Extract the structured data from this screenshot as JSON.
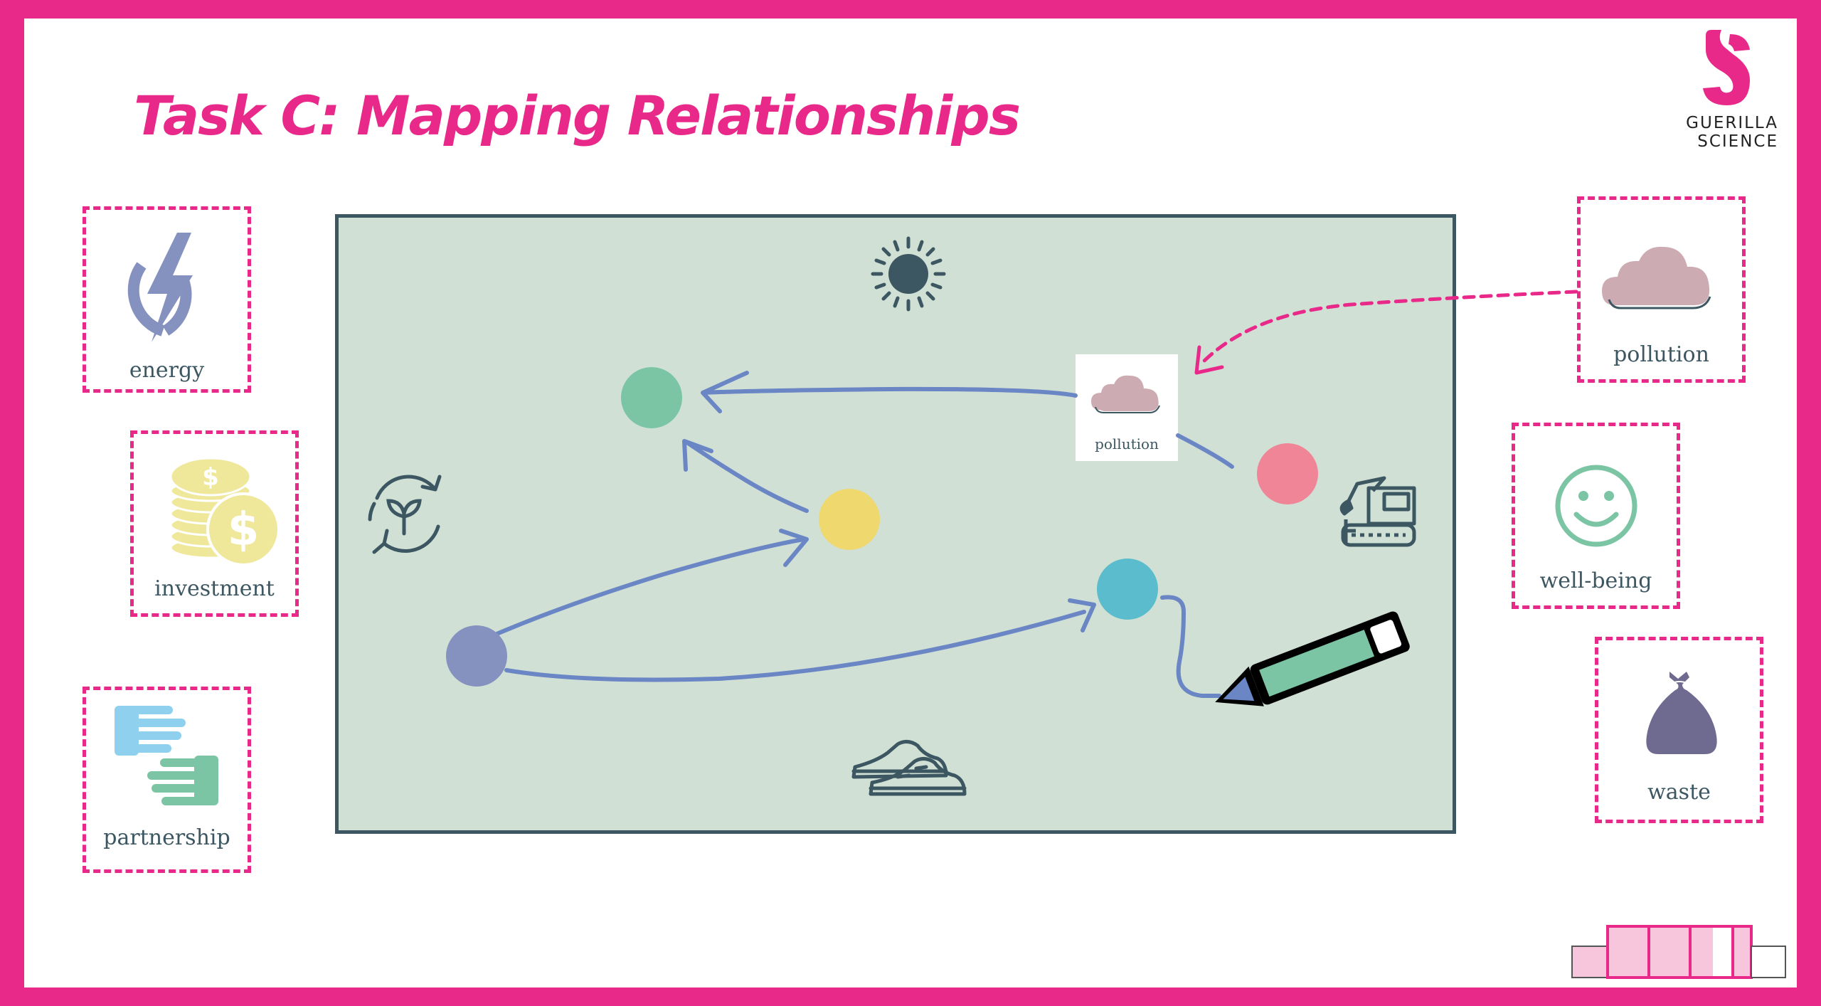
{
  "title": "Task C: Mapping Relationships",
  "logo": {
    "line1": "GUERILLA",
    "line2": "SCIENCE"
  },
  "cards": {
    "energy": "energy",
    "investment": "investment",
    "partnership": "partnership",
    "pollution": "pollution",
    "wellbeing": "well-being",
    "waste": "waste"
  },
  "board": {
    "inline_card_label": "pollution"
  },
  "colors": {
    "accent": "#e8298a",
    "board_bg": "#d0e0d5",
    "board_border": "#3d5762",
    "arrow": "#6a86c4",
    "node_green": "#7bc5a4",
    "node_yellow": "#efd86e",
    "node_purple": "#8591bf",
    "node_pink": "#ef8597",
    "node_teal": "#5bbccd"
  },
  "icons": [
    "lightning-icon",
    "coins-icon",
    "handshake-icon",
    "cloud-icon",
    "smiley-icon",
    "trash-bag-icon",
    "sun-icon",
    "recycle-plant-icon",
    "excavator-icon",
    "sneakers-icon",
    "marker-icon"
  ]
}
